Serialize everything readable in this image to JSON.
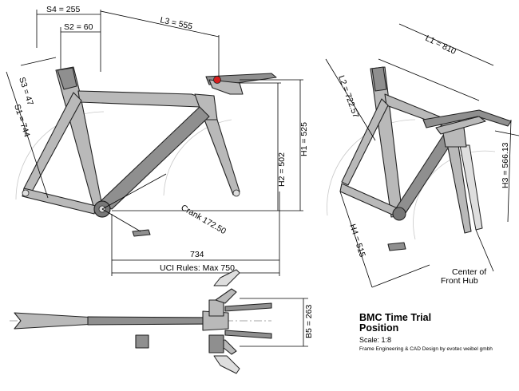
{
  "dimensions": {
    "s4": "S4 = 255",
    "s2": "S2 = 60",
    "l3": "L3 = 555",
    "l1": "L1 = 810",
    "l2": "L2 = 722.57",
    "s3": "S3 = 47",
    "s1": "S1 = 744",
    "h2": "H2 = 502",
    "h1": "H1 = 525",
    "h3": "H3 = 566.13",
    "h4": "H4 = 515",
    "crank": "Crank 172.50",
    "length": "734",
    "uci": "UCI Rules: Max 750",
    "b5": "B5 = 263"
  },
  "annotations": {
    "front_hub_line1": "Center of",
    "front_hub_line2": "Front Hub"
  },
  "title_block": {
    "title_line1": "BMC Time Trial",
    "title_line2": "Position",
    "scale": "Scale: 1:8",
    "credit": "Frame Engineering & CAD Design by evotec weibel gmbh"
  },
  "colors": {
    "frame_fill": "#b9b9b9",
    "frame_dark": "#8f8f8f",
    "line": "#000000",
    "accent_red": "#d81e1e"
  }
}
